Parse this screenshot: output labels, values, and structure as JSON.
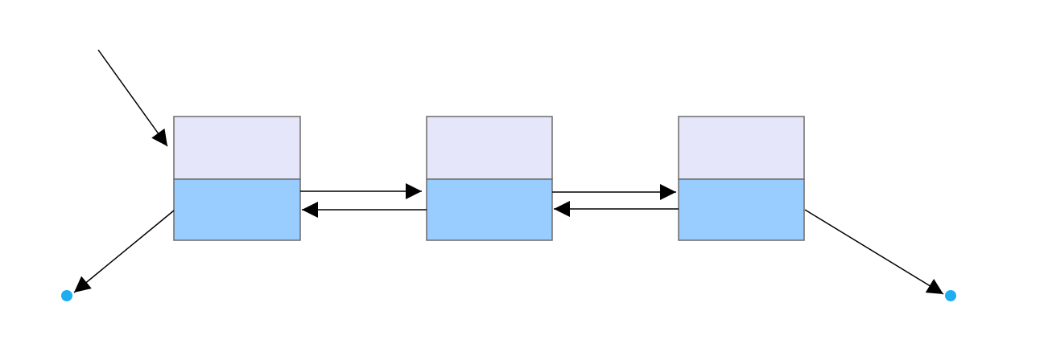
{
  "diagram": {
    "type": "doubly-linked-list",
    "node_count": 3,
    "colors": {
      "background": "#ffffff",
      "node_top_fill": "#e6e6fa",
      "node_bottom_fill": "#99ccff",
      "node_border": "#6b6b6b",
      "arrow": "#000000",
      "null_dot": "#1eaef0"
    },
    "nodes": [
      {
        "id": "node-1"
      },
      {
        "id": "node-2"
      },
      {
        "id": "node-3"
      }
    ]
  }
}
